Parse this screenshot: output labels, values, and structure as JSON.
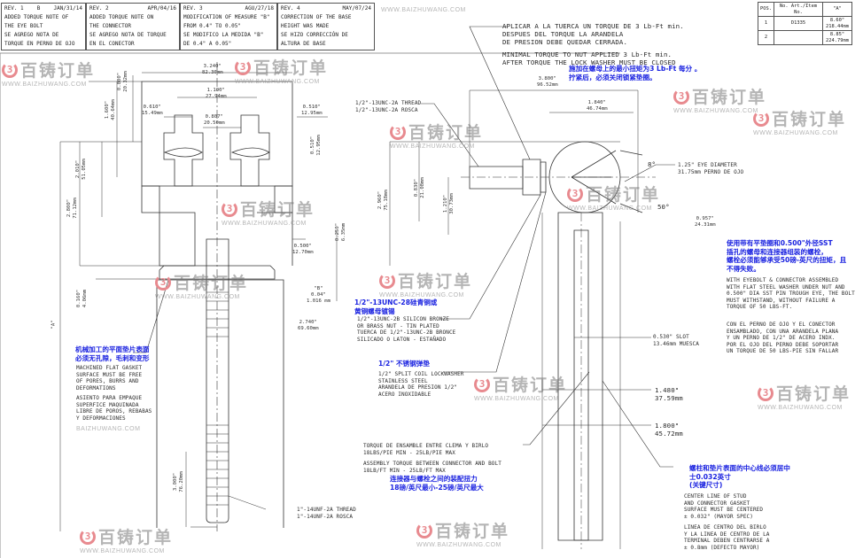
{
  "revisions": [
    {
      "rev": "REV. 1",
      "mark": "B",
      "date": "JAN/31/14",
      "lines": [
        "ADDED TORQUE NOTE OF",
        "THE EYE BOLT",
        "SE AGREGO NOTA DE",
        "TORQUE EN PERNO DE OJO"
      ]
    },
    {
      "rev": "REV. 2",
      "mark": "",
      "date": "APR/04/16",
      "lines": [
        "ADDED TORQUE NOTE ON",
        "THE CONNECTOR",
        "SE AGREGO NOTA DE TORQUE",
        "EN EL CONECTOR"
      ]
    },
    {
      "rev": "REV. 3",
      "mark": "",
      "date": "AGU/27/18",
      "lines": [
        "MODIFICATION OF MEASURE \"B\"",
        "FROM 0.4\" TO 0.05\"",
        "SE MODIFICO LA MEDIDA \"B\"",
        "DE 0.4\" A 0.05\""
      ]
    },
    {
      "rev": "REV. 4",
      "mark": "",
      "date": "MAY/07/24",
      "lines": [
        "CORRECTION OF THE BASE",
        "HEIGHT WAS MADE",
        "SE HIZO CORRECCIÓN DE",
        "ALTURA DE BASE"
      ]
    }
  ],
  "parts_table": {
    "headers": [
      "POS.",
      "No. Art./Item No.",
      "\"A\""
    ],
    "rows": [
      {
        "pos": "1",
        "item": "D1335",
        "a_in": "8.60\"",
        "a_mm": "218.44mm"
      },
      {
        "pos": "2",
        "item": "",
        "a_in": "8.85\"",
        "a_mm": "224.79mm"
      }
    ]
  },
  "watermark": {
    "name": "百铸订单",
    "url": "WWW.BAIZHUWANG.COM",
    "url_short": "BAIZHUWANG.COM"
  },
  "notes": {
    "nut_torque_es": "APLICAR A LA TUERCA UN TORQUE DE 3 Lb-Ft min.\nDESPUES DEL TORQUE LA ARANDELA\nDE PRESION DEBE QUEDAR CERRADA.",
    "nut_torque_en": "MINIMAL TORQUE TO NUT APPLIED 3 Lb-Ft min.\nAFTER TORQUE THE LOCK WASHER MUST BE CLOSED",
    "nut_torque_cn": "施加在螺母上的最小扭矩为3 Lb-Ft 每分 。\n拧紧后，必须关闭锁紧垫圈。",
    "thread_half": "1/2\"-13UNC-2A THREAD\n1/2\"-13UNC-2A ROSCA",
    "eye_diameter": "1.25\" EYE DIAMETER\n31.75mm PERNO DE OJO",
    "assembly_cn": "使用带有平垫圈和0.500\"外径SST\n插孔的螺母和连接器组装的螺栓，\n螺栓必须能够承受50磅-英尺的扭矩，且\n不得失败。",
    "assembly_en": "WITH EYEBOLT & CONNECTOR ASSEMBLED\nWITH FLAT STEEL WASHER UNDER NUT AND\n0.500\" DIA SST PIN TROUGH EYE, THE BOLT\nMUST WITHSTAND, WITHOUT FAILURE A\nTORQUE OF 50 LBS-FT.",
    "assembly_es": "CON EL PERNO DE OJO Y EL CONECTOR\nENSAMBLADO, CON UNA ARANDELA PLANA\nY UN PERNO DE 1/2\" DE ACERO INDX.\nPOR EL OJO DEL PERNO DEBE SOPORTAR\nUN TORQUE DE 50 LBS-PIE SIN FALLAR",
    "nut_cn": "1/2\"-13UNC-28硅青铜或\n黄铜螺母镀锡",
    "nut_text": "1/2\"-13UNC-2B SILICON BRONZE\nOR BRASS NUT - TIN PLATED\nTUERCA DE 1/2\"-13UNC-2B BRONCE\nSILICADO O LATON - ESTAÑADO",
    "washer_cn": "1/2\" 不锈钢弹垫",
    "washer_text": "1/2\" SPLIT COIL LOCKWASHER\nSTAINLESS STEEL\nARANDELA DE PRESION 1/2\"\nACERO INOXIDABLE",
    "gasket_cn": "机械加工的平面垫片表面\n必须无孔隙，毛刺和变形",
    "gasket_en": "MACHINED FLAT GASKET\nSURFACE MUST BE FREE\nOF PORES, BURRS AND\nDEFORMATIONS",
    "gasket_es": "ASIENTO PARA EMPAQUE\nSUPERFICE MAQUINADA\nLIBRE DE POROS, REBABAS\nY DEFORMACIONES",
    "torque_es": "TORQUE DE ENSAMBLE ENTRE CLEMA Y BIRLO\n18LBS/PIE MIN - 25LB/PIE MAX",
    "torque_en": "ASSEMBLY TORQUE BETWEEN CONNECTOR AND BOLT\n18LB/FT MIN - 25LB/FT MAX",
    "torque_cn": "连接器与螺栓之间的装配扭力\n18磅/英尺最小-25磅/英尺最大",
    "thread_one": "1\"-14UNF-2A THREAD\n1\"-14UNF-2A ROSCA",
    "center_cn": "螺柱和垫片表面的中心线必须居中\n士0.032英寸\n(关键尺寸)",
    "center_en": "CENTER LINE OF STUD\nAND CONNECTOR GASKET\nSURFACE MUST BE CENTERED\n± 0.032\" (MAYOR SPEC)",
    "center_es": "LINEA DE CENTRO DEL BIRLO\nY LA LINEA DE CENTRO DE LA\nTERMINAL DEBEN CENTRARSE A\n± 0.8mm (DEFECTO MAYOR)"
  },
  "dimensions": {
    "d3240": "3.240\"\n82.30mm",
    "d1100": "1.100\"\n27.94mm",
    "d0610": "0.610\"\n15.49mm",
    "d0807": "0.807\"\n20.50mm",
    "d0510": "0.510\"\n12.95mm",
    "d0800": "0.800\"\n20.32mm",
    "d1600": "1.600\"\n40.64mm",
    "d2010": "2.010\"\n51.05mm",
    "d2800": "2.800\"\n71.12mm",
    "d0510v": "0.510\"\n12.95mm",
    "d0500": "0.500\"\n12.70mm",
    "d0250": "0.250\"\n6.35mm",
    "dB": "\"B\"\n0.04\"\n1.016 mm",
    "d2740": "2.740\"\n69.60mm",
    "d0160": "0.160\"\n4.06mm",
    "d3000": "3.000\"\n76.20mm",
    "dA": "\"A\"",
    "d3800": "3.800\"\n96.52mm",
    "d1840": "1.840\"\n46.74mm",
    "d0957": "0.957\"\n24.31mm",
    "d0830": "0.830\"\n21.08mm",
    "d2960": "2.960\"\n75.18mm",
    "d1210": "1.210\"\n30.73mm",
    "d0530": "0.530\" SLOT\n13.46mm MUESCA",
    "d1480": "1.480\"\n37.59mm",
    "d1800": "1.800\"\n45.72mm",
    "a8": "8°",
    "a50": "50°"
  }
}
